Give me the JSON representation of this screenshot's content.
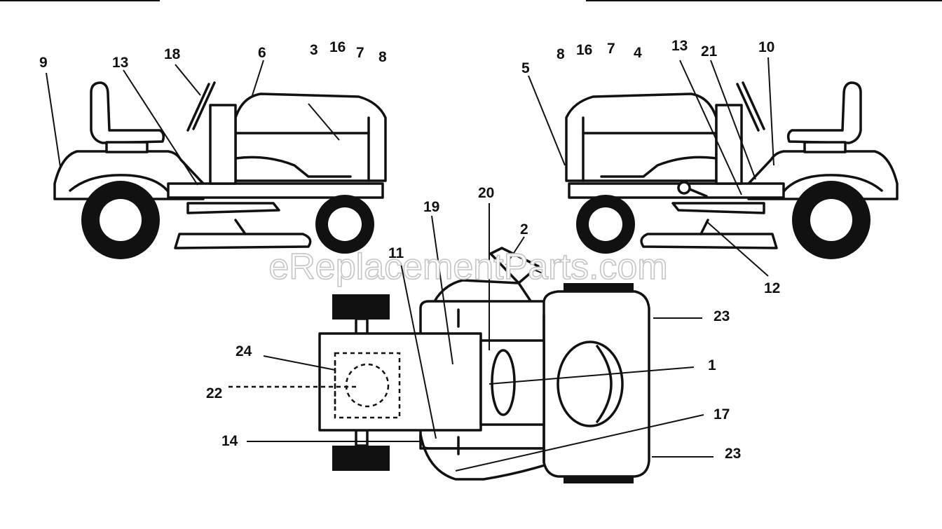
{
  "watermark": "eReplacementParts.com",
  "labels": {
    "l9": "9",
    "l13a": "13",
    "l18": "18",
    "l6": "6",
    "l3": "3",
    "l16a": "16",
    "l7a": "7",
    "l8a": "8",
    "l5": "5",
    "l8b": "8",
    "l16b": "16",
    "l7b": "7",
    "l4": "4",
    "l13b": "13",
    "l21": "21",
    "l10": "10",
    "l12": "12",
    "l19": "19",
    "l20": "20",
    "l2": "2",
    "l11": "11",
    "l23a": "23",
    "l1": "1",
    "l24": "24",
    "l22": "22",
    "l14": "14",
    "l17": "17",
    "l23b": "23"
  }
}
